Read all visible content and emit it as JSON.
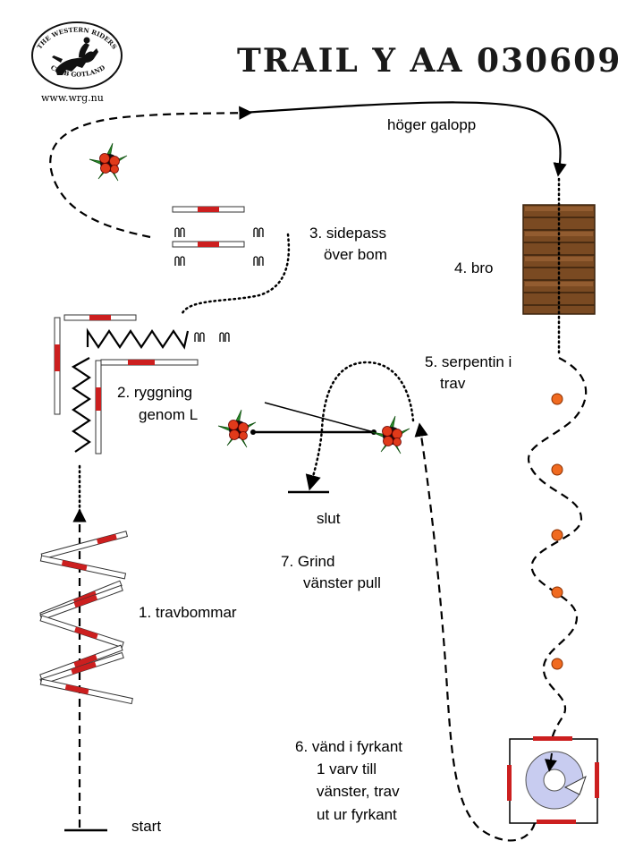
{
  "title": "TRAIL Y AA 030609",
  "logo": {
    "text_top": "THE WESTERN RIDERS",
    "text_bottom": "CLUB GOTLAND",
    "url": "www.wrg.nu"
  },
  "labels": {
    "hoger_galopp": "höger galopp",
    "sidepass_1": "3. sidepass",
    "sidepass_2": "över bom",
    "bro": "4. bro",
    "serpentin_1": "5. serpentin i",
    "serpentin_2": "trav",
    "ryggning_1": "2. ryggning",
    "ryggning_2": "genom L",
    "slut": "slut",
    "grind_1": "7. Grind",
    "grind_2": "vänster pull",
    "travbommar": "1. travbommar",
    "vand_1": "6. vänd i fyrkant",
    "vand_2": "1  varv till",
    "vand_3": "vänster, trav",
    "vand_4": "ut ur fyrkant",
    "start": "start"
  },
  "colors": {
    "pole_red": "#cc1f1f",
    "bridge_brown": "#7a4a22",
    "cone_orange": "#f06a20",
    "circle_fill": "#c8ccf0"
  },
  "icons": [
    "logo-horse-rider-icon",
    "flower-pot-icon",
    "bridge-icon",
    "cone-icon",
    "turn-box-icon"
  ]
}
